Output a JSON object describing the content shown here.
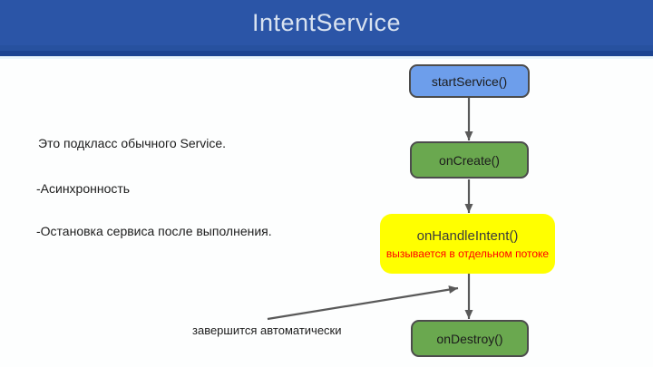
{
  "slide": {
    "title": "IntentService",
    "bullets": [
      "Это подкласс обычного Service.",
      "-Асинхронность",
      "-Остановка сервиса после выполнения."
    ],
    "annotation": "завершится автоматически"
  },
  "flowchart": {
    "nodes": [
      {
        "id": "startService",
        "label": "startService()",
        "fill": "#6d9eeb",
        "shape": "rounded-rect"
      },
      {
        "id": "onCreate",
        "label": "onCreate()",
        "fill": "#6aa84f",
        "shape": "rounded-rect"
      },
      {
        "id": "onHandleIntent",
        "label": "onHandleIntent()",
        "sublabel": "вызывается в отдельном потоке",
        "fill": "#ffff00",
        "shape": "rounded-rect"
      },
      {
        "id": "onDestroy",
        "label": "onDestroy()",
        "fill": "#6aa84f",
        "shape": "rounded-rect"
      }
    ],
    "edges": [
      {
        "from": "startService",
        "to": "onCreate"
      },
      {
        "from": "onCreate",
        "to": "onHandleIntent"
      },
      {
        "from": "onHandleIntent",
        "to": "onDestroy"
      },
      {
        "from": "annotation",
        "to": "flow-line"
      }
    ]
  },
  "colors": {
    "header_blue": "#2b55a7",
    "header_band_dark": "#1c4390",
    "title_text": "#d8e2f0",
    "node_blue": "#6d9eeb",
    "node_green": "#6aa84f",
    "node_yellow": "#ffff00",
    "node_border": "#4c4c4c",
    "arrow_gray": "#595959",
    "sublabel_red": "#ff0000",
    "body_text": "#1c1c1c"
  }
}
